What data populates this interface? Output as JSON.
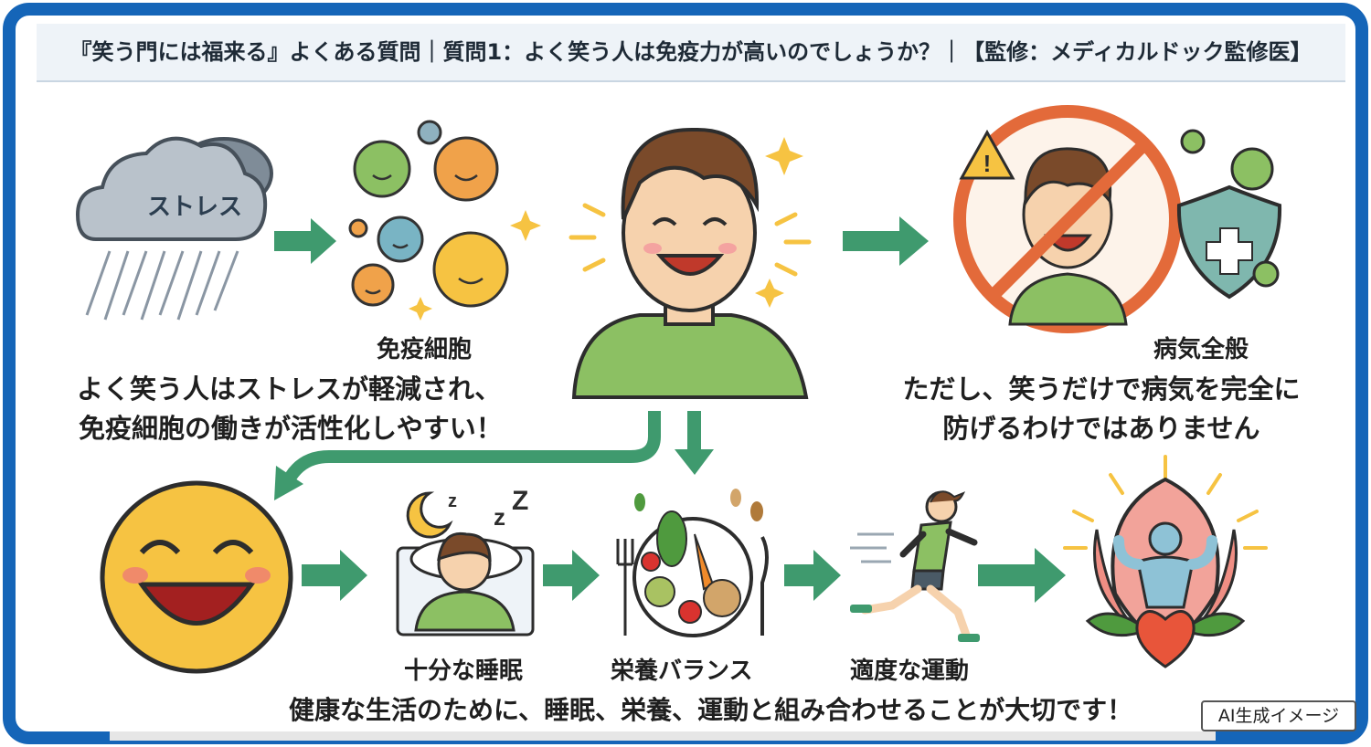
{
  "title": "『笑う門には福来る』よくある質問｜質問1：よく笑う人は免疫力が高いのでしょうか？｜【監修：メディカルドック監修医】",
  "top_row": {
    "cloud_label": "ストレス",
    "immune_label": "免疫細胞",
    "left_text_line1": "よく笑う人はストレスが軽減され、",
    "left_text_line2": "免疫細胞の働きが活性化しやすい！",
    "disease_label": "病気全般",
    "right_text_line1": "ただし、笑うだけで病気を完全に",
    "right_text_line2": "防げるわけではありません"
  },
  "bottom_row": {
    "sleep_label": "十分な睡眠",
    "nutrition_label": "栄養バランス",
    "exercise_label": "適度な運動",
    "summary": "健康な生活のために、睡眠、栄養、運動と組み合わせることが大切です！"
  },
  "badge": "AI生成イメージ",
  "colors": {
    "frame": "#1565b8",
    "arrow": "#3f9a6e",
    "shirt": "#8cc063",
    "skin": "#f6d2ad",
    "hair": "#7a4a2a",
    "sun": "#f6c342",
    "no_sign": "#e36a3a"
  }
}
